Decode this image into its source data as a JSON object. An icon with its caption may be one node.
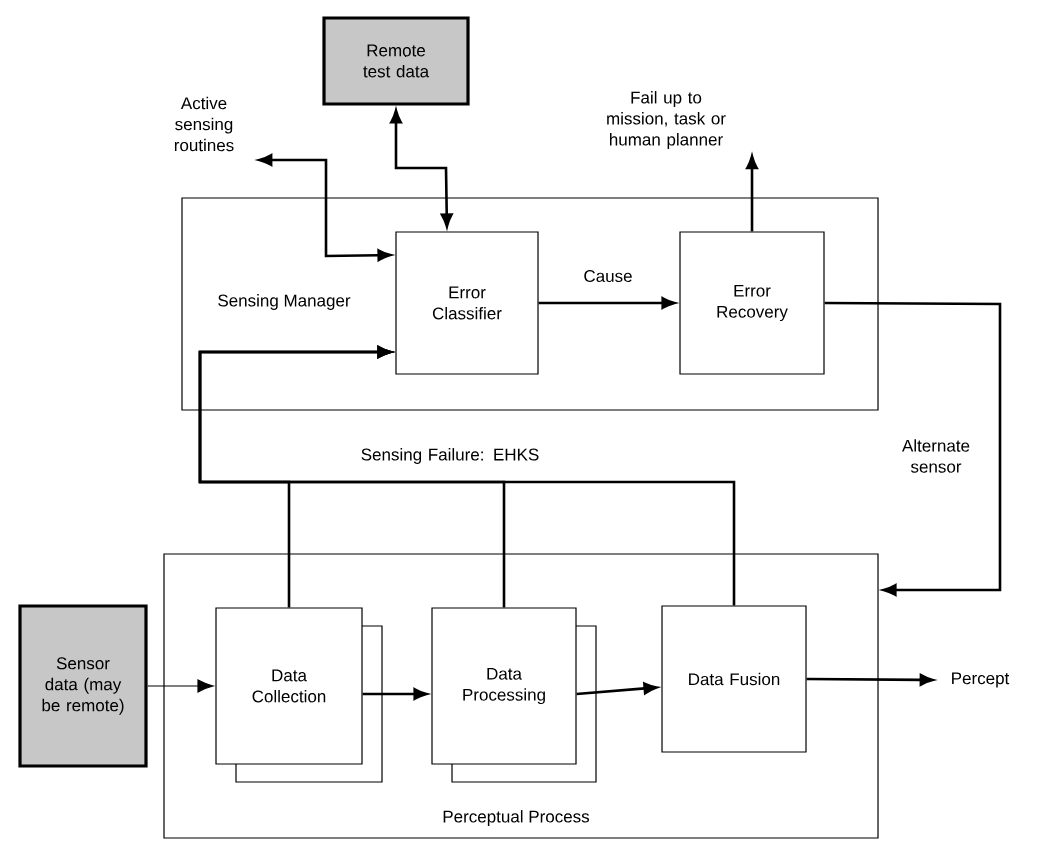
{
  "diagram": {
    "nodes": [
      {
        "text": [
          "Sensing Manager"
        ]
      },
      {
        "text": [
          "Error Classifier"
        ],
        "in": 0
      },
      {
        "text": [
          "Error Recovery"
        ],
        "in": 0
      },
      {
        "text": [
          "Remote test data"
        ]
      },
      {
        "text": [
          "Active sensing routines"
        ]
      },
      {
        "text": [
          "Fail up to mission, task or human planner"
        ]
      },
      {
        "text": [
          "Perceptual Process"
        ]
      },
      {
        "text": [
          "Data Collection"
        ],
        "in": 6
      },
      {
        "text": [
          "Data Processing"
        ],
        "in": 6
      },
      {
        "text": [
          "Data Fusion"
        ],
        "in": 6
      },
      {
        "text": [
          "Sensor data (may be remote)"
        ]
      },
      {
        "text": [
          "Percept"
        ]
      }
    ],
    "edges": [
      {
        "from": 3,
        "to": 1,
        "arrow": "both"
      },
      {
        "from": 1,
        "to": 4,
        "arrow": "both"
      },
      {
        "from": 1,
        "to": 2,
        "arrow": "to",
        "label": "Cause"
      },
      {
        "from": 2,
        "to": 5,
        "arrow": "to"
      },
      {
        "from": 2,
        "to": 6,
        "arrow": "to",
        "label": "Alternate sensor"
      },
      {
        "from": 7,
        "to": 1,
        "arrow": "to"
      },
      {
        "from": 8,
        "to": 1,
        "arrow": "to",
        "label": "Sensing Failure: EHKS"
      },
      {
        "from": 9,
        "to": 1,
        "arrow": "to"
      },
      {
        "from": 10,
        "to": 7,
        "arrow": "to"
      },
      {
        "from": 7,
        "to": 8,
        "arrow": "to"
      },
      {
        "from": 8,
        "to": 9,
        "arrow": "to"
      },
      {
        "from": 9,
        "to": 11,
        "arrow": "to"
      }
    ]
  }
}
